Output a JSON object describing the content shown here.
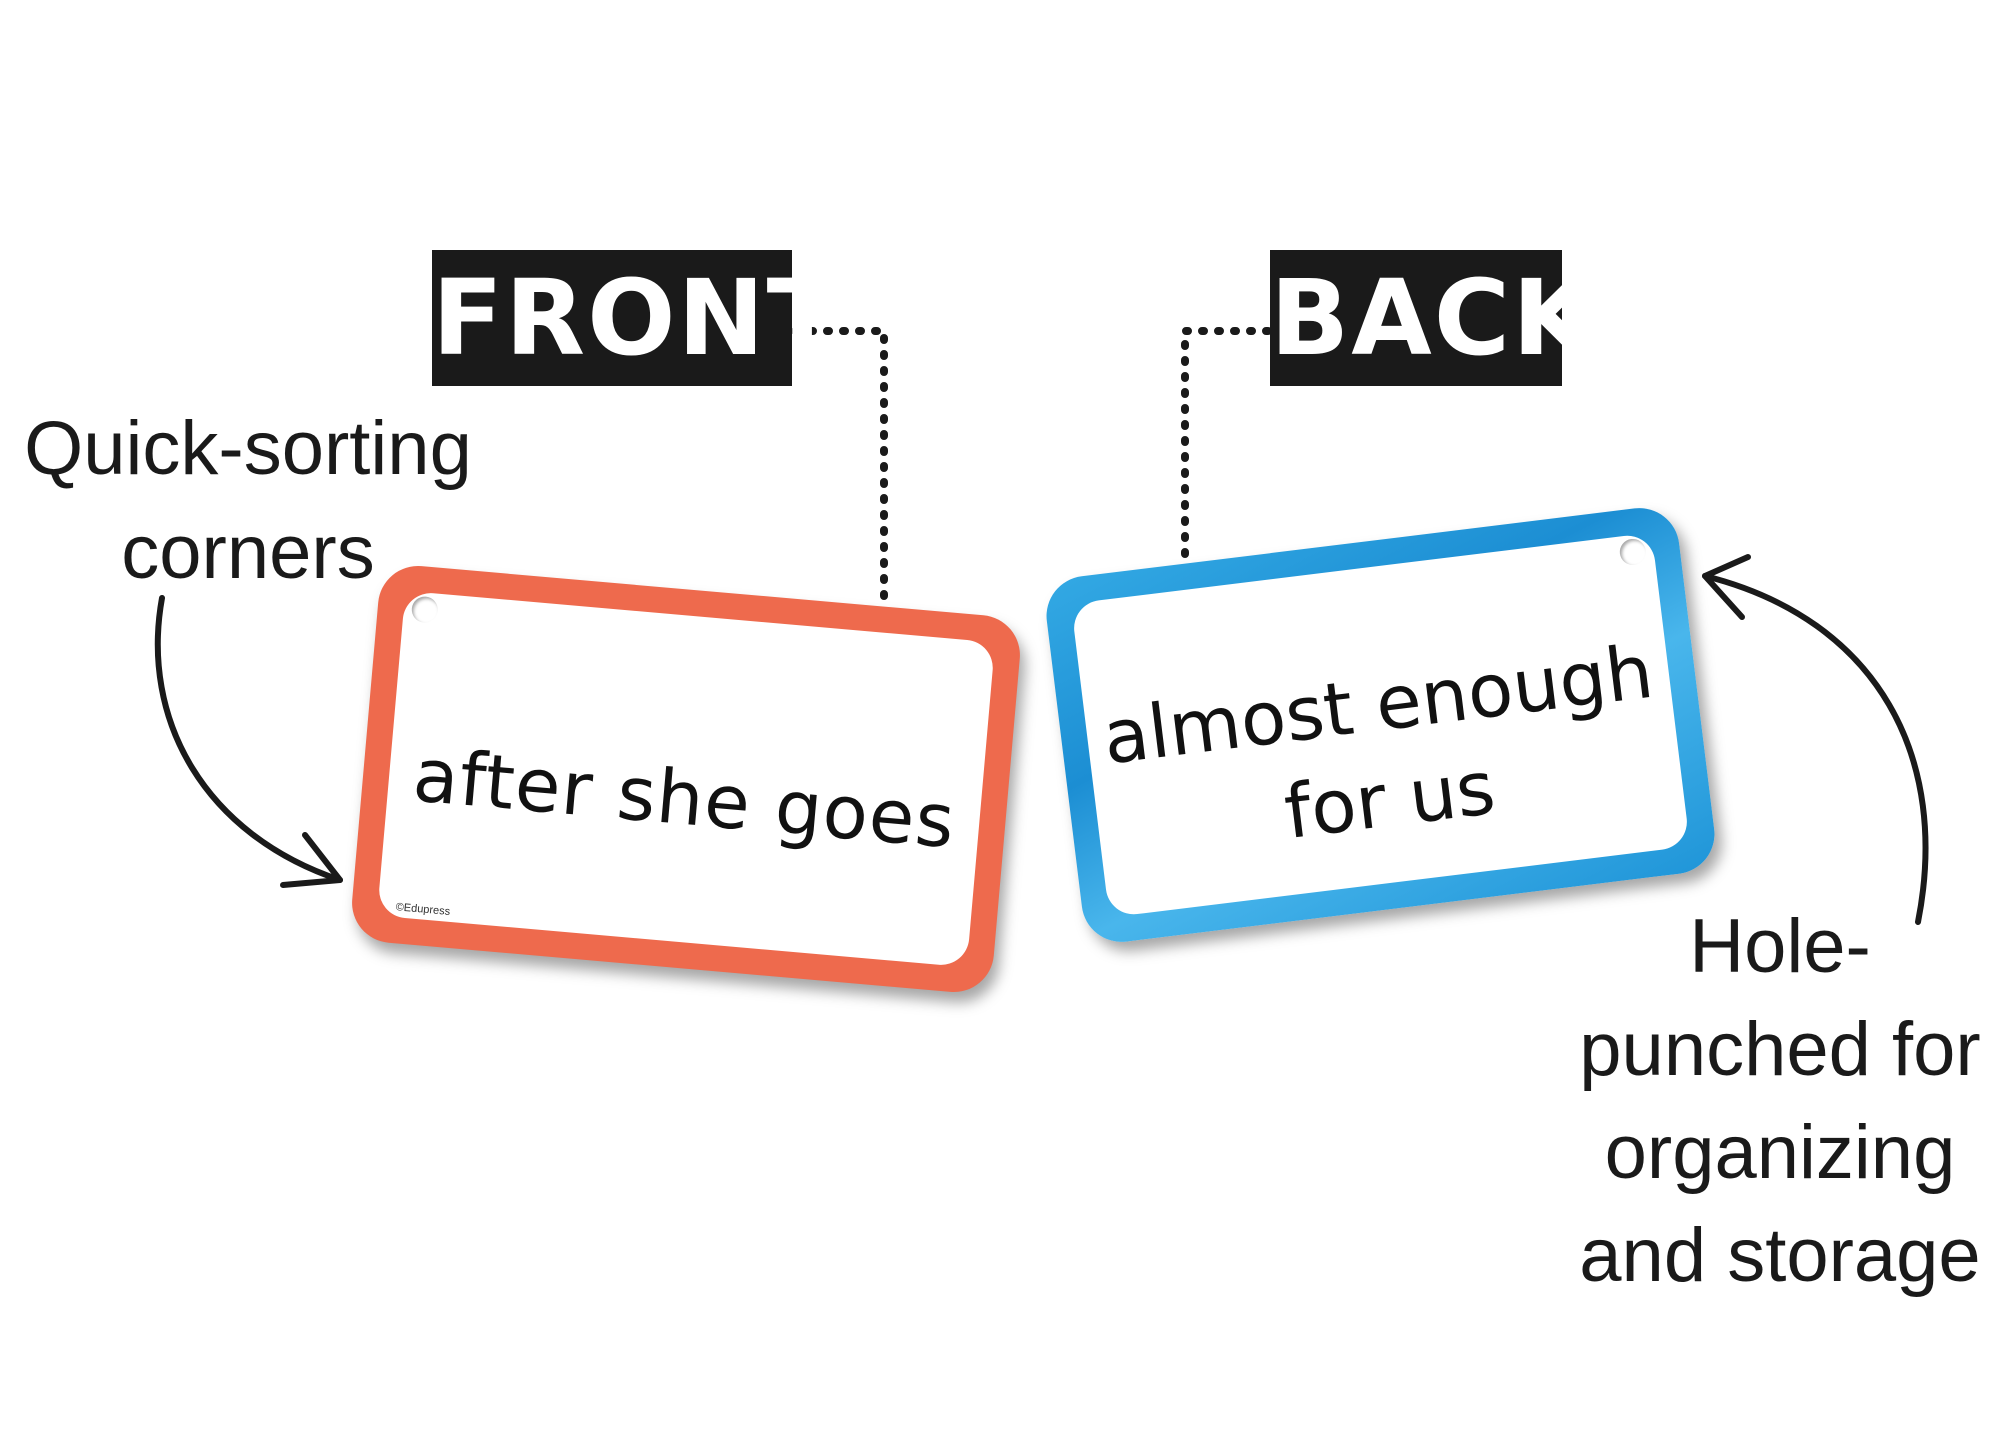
{
  "labels": {
    "front": "FRONT",
    "back": "BACK"
  },
  "callouts": {
    "corners": [
      "Quick-sorting",
      "corners"
    ],
    "hole": [
      "Hole-",
      "punched for",
      "organizing",
      "and storage"
    ]
  },
  "cards": {
    "front": {
      "text": "after she goes",
      "copyright": "©Edupress",
      "color": "#ee6a4d"
    },
    "back": {
      "lines": [
        "almost enough",
        "for us"
      ],
      "color": "#2aa1e0"
    }
  },
  "colors": {
    "ink": "#1a1a1a",
    "tag_background": "#1a1a1a",
    "tag_text": "#ffffff",
    "background": "#ffffff"
  }
}
